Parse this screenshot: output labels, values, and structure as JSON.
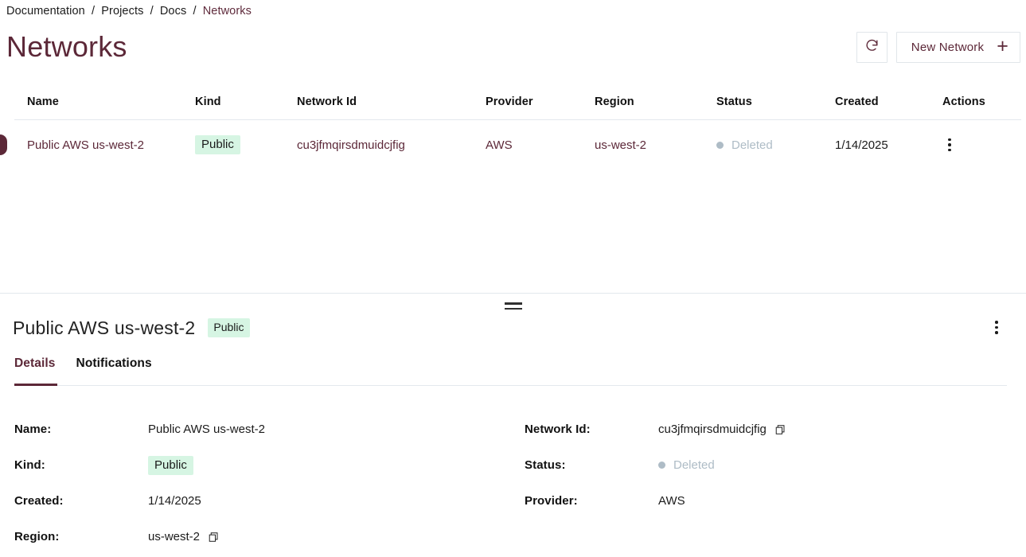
{
  "breadcrumb": {
    "separator": "/",
    "items": [
      {
        "label": "Documentation",
        "current": false
      },
      {
        "label": "Projects",
        "current": false
      },
      {
        "label": "Docs",
        "current": false
      },
      {
        "label": "Networks",
        "current": true
      }
    ]
  },
  "header": {
    "title": "Networks",
    "refresh_icon": "refresh-icon",
    "new_network_label": "New Network",
    "plus_icon": "+"
  },
  "table": {
    "columns": [
      "Name",
      "Kind",
      "Network Id",
      "Provider",
      "Region",
      "Status",
      "Created",
      "Actions"
    ],
    "rows": [
      {
        "name": "Public AWS us-west-2",
        "kind": "Public",
        "network_id": "cu3jfmqirsdmuidcjfig",
        "provider": "AWS",
        "region": "us-west-2",
        "status": "Deleted",
        "created": "1/14/2025",
        "selected": true
      }
    ]
  },
  "detail": {
    "title": "Public AWS us-west-2",
    "badge": "Public",
    "tabs": [
      {
        "label": "Details",
        "active": true
      },
      {
        "label": "Notifications",
        "active": false
      }
    ],
    "left_fields": [
      {
        "label": "Name:",
        "value": "Public AWS us-west-2"
      },
      {
        "label": "Kind:",
        "value": "Public"
      },
      {
        "label": "Created:",
        "value": "1/14/2025"
      },
      {
        "label": "Region:",
        "value": "us-west-2"
      }
    ],
    "right_fields": [
      {
        "label": "Network Id:",
        "value": "cu3jfmqirsdmuidcjfig"
      },
      {
        "label": "Status:",
        "value": "Deleted"
      },
      {
        "label": "Provider:",
        "value": "AWS"
      }
    ]
  },
  "colors": {
    "brand_maroon": "#5c2838",
    "badge_green_bg": "#d6f5e3",
    "status_grey": "#aebcc6",
    "divider": "#e3e8ed"
  }
}
